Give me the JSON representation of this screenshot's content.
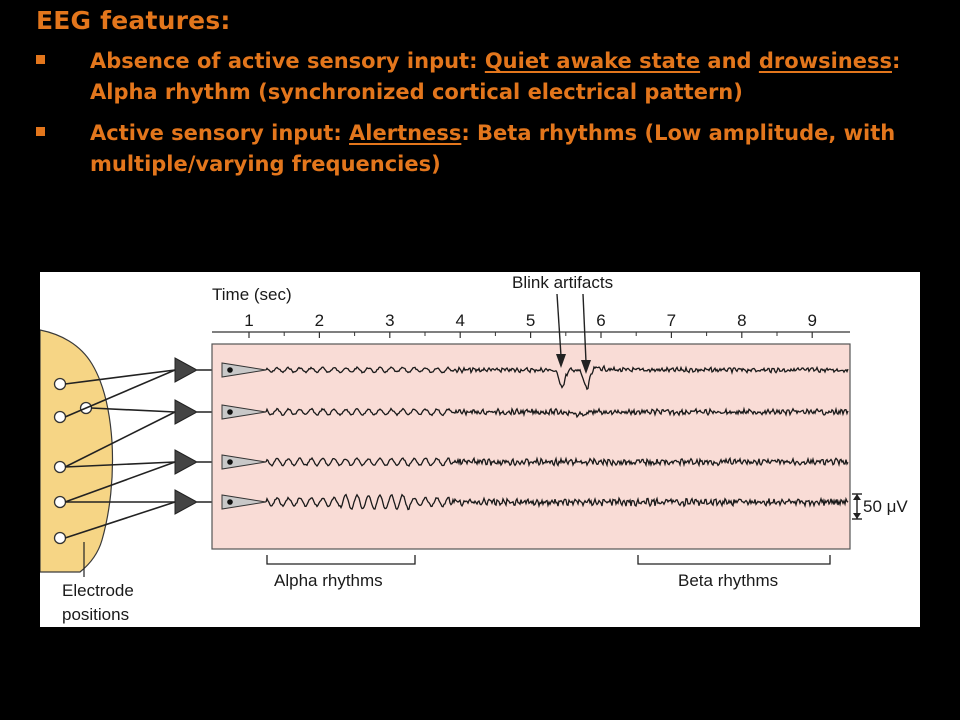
{
  "slide": {
    "title": "EEG features:",
    "bullets": [
      {
        "parts": [
          {
            "text": "Absence of active sensory input: ",
            "underline": false
          },
          {
            "text": "Quiet awake state",
            "underline": true
          },
          {
            "text": " and ",
            "underline": false
          },
          {
            "text": "drowsiness",
            "underline": true
          },
          {
            "text": ": Alpha rhythm (synchronized cortical electrical pattern)",
            "underline": false
          }
        ]
      },
      {
        "parts": [
          {
            "text": "Active sensory input: ",
            "underline": false
          },
          {
            "text": "Alertness",
            "underline": true
          },
          {
            "text": ": Beta rhythms (Low amplitude, with multiple/varying frequencies)",
            "underline": false
          }
        ]
      }
    ]
  },
  "figure": {
    "time_label": "Time (sec)",
    "ticks": [
      "1",
      "2",
      "3",
      "4",
      "5",
      "6",
      "7",
      "8",
      "9"
    ],
    "blink_label": "Blink artifacts",
    "scale_label": "50 μV",
    "alpha_label": "Alpha rhythms",
    "beta_label": "Beta rhythms",
    "electrode_label_line1": "Electrode",
    "electrode_label_line2": "positions",
    "colors": {
      "accent": "#e3761c",
      "background": "#000000",
      "panel": "#f9dcd6",
      "head": "#f6d585",
      "trace": "#1a1a1a"
    }
  }
}
